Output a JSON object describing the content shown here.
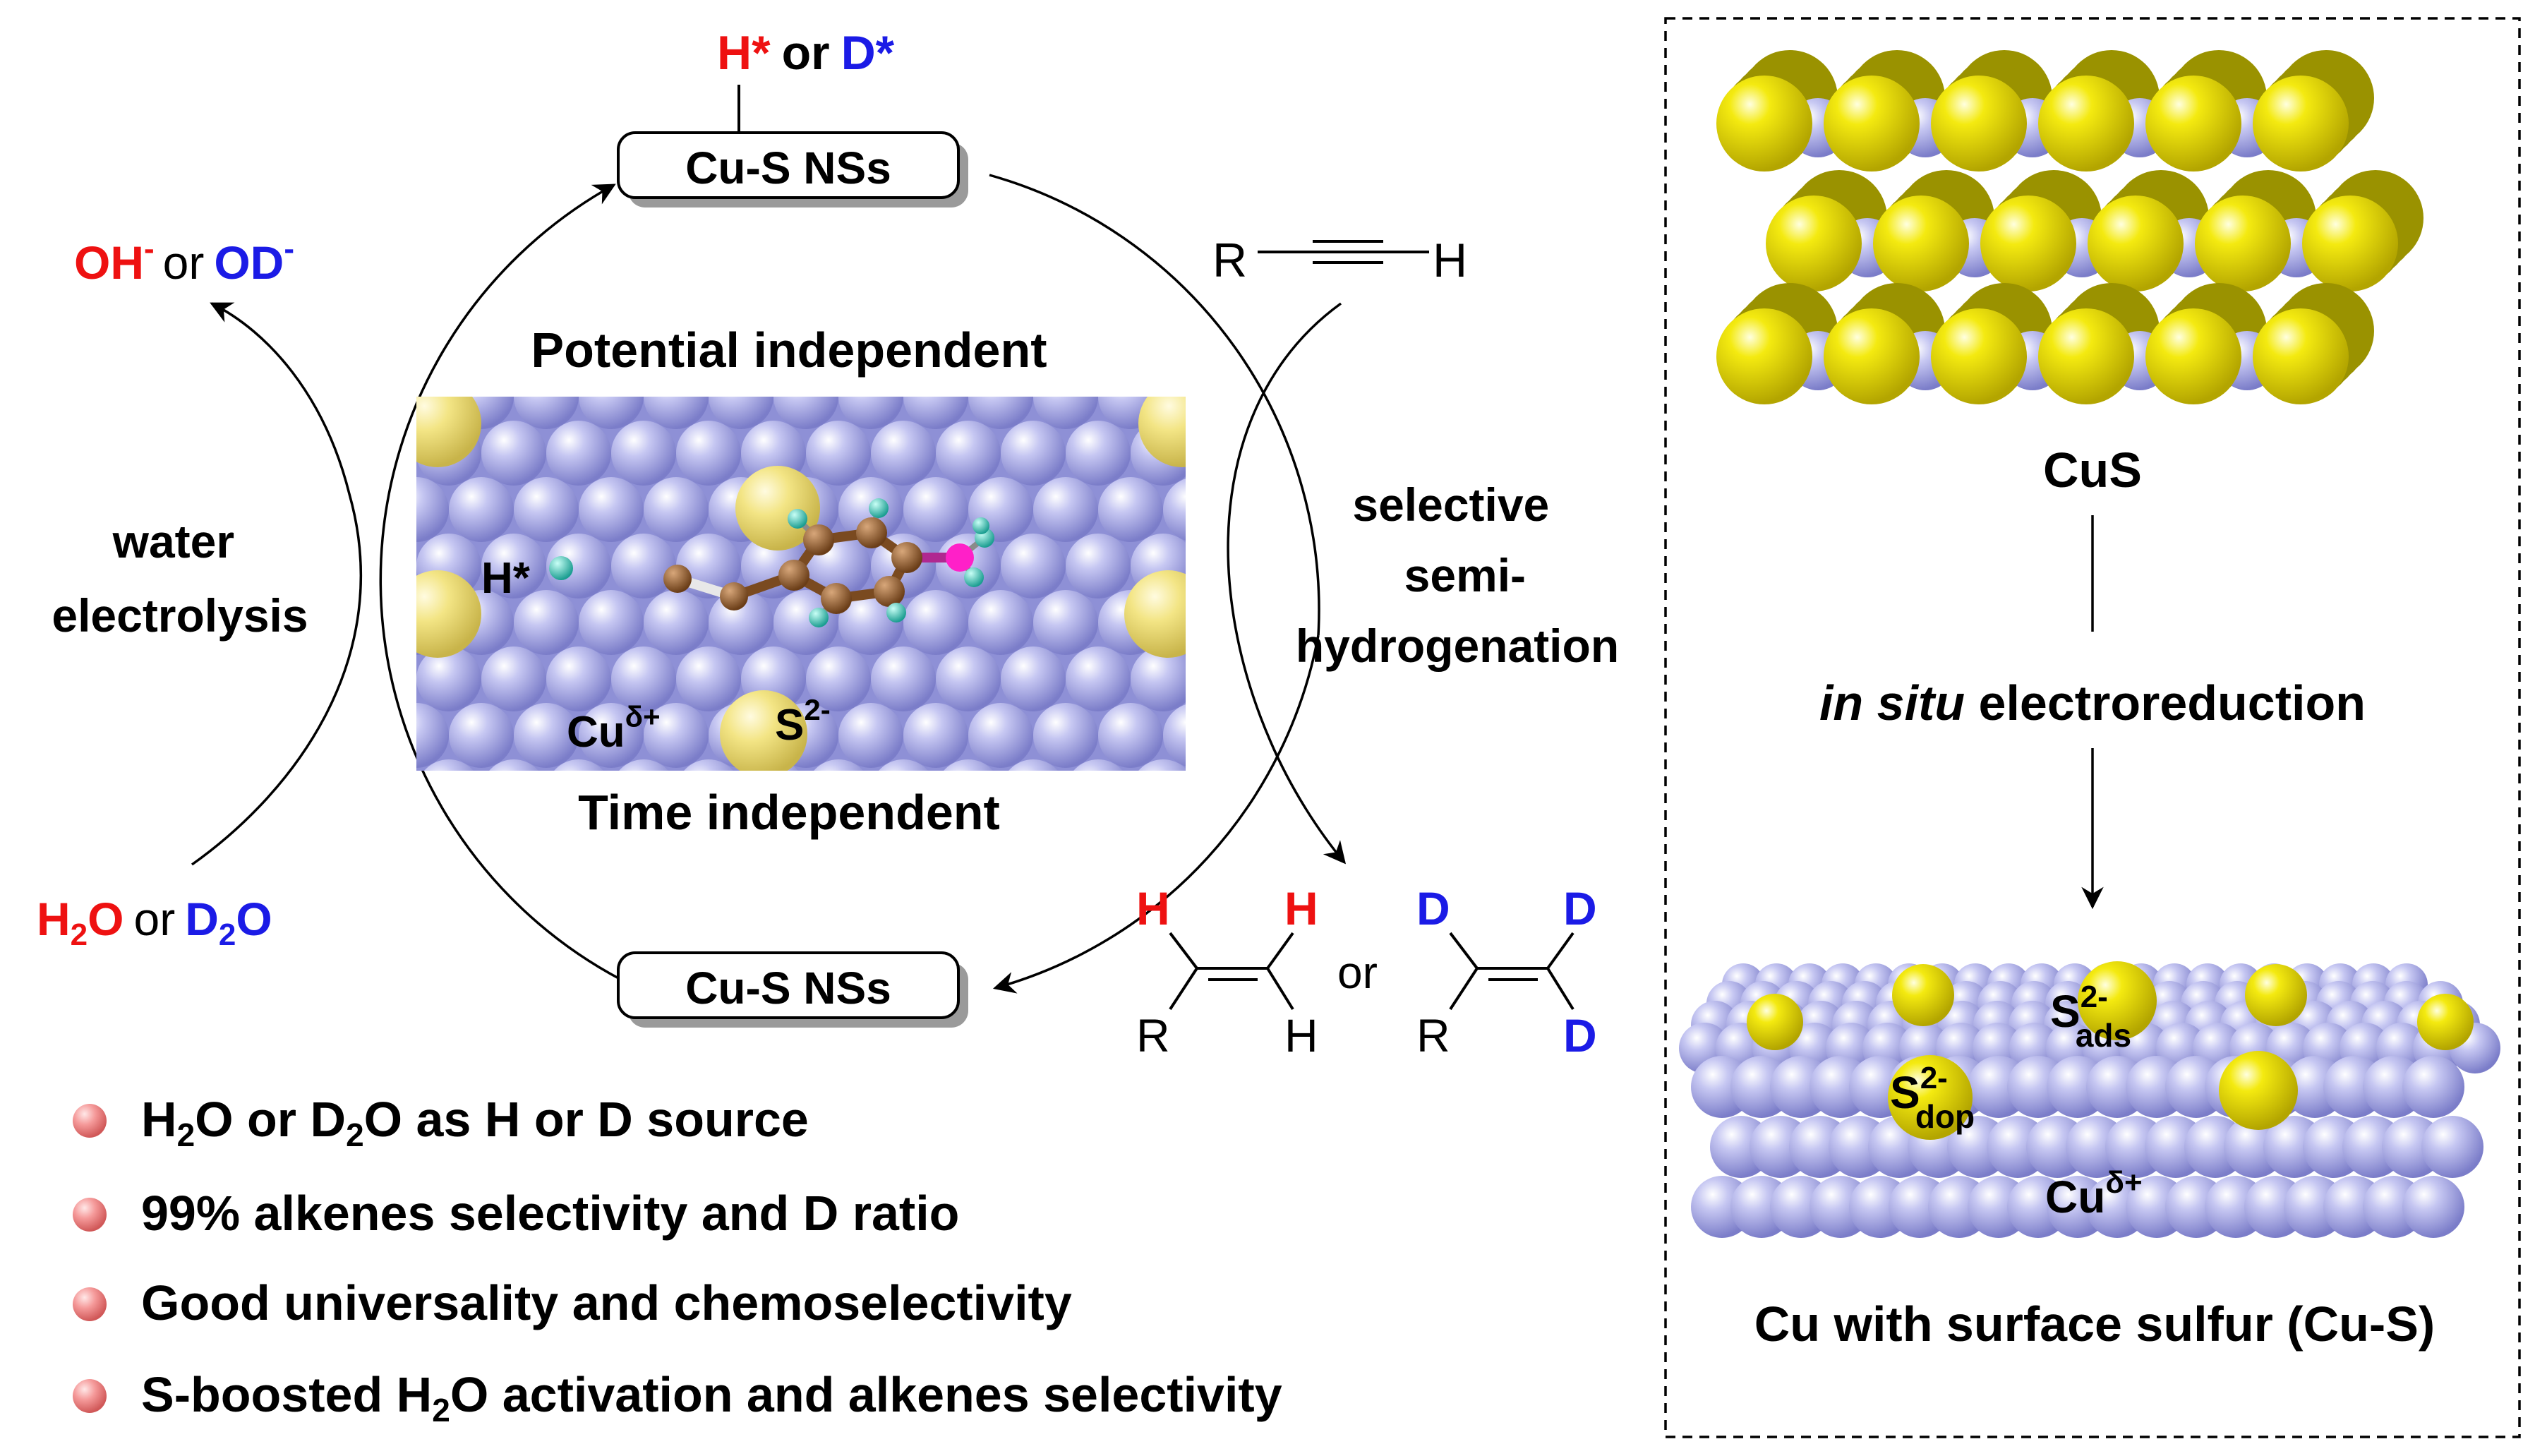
{
  "colors": {
    "hydrogen_label": "#ee1111",
    "deuterium_label": "#1b1be6",
    "cu_atom": "#a7a8e8",
    "s_atom": "#f0e000",
    "s_atom_embedded": "#f2e36a",
    "carbon_atom": "#8b5a2b",
    "h_atom": "#2fbfb0",
    "heteroatom": "#ff20c8",
    "bullet": "#f08a8a"
  },
  "cycle": {
    "catalyst_top": "Cu-S NSs",
    "catalyst_bottom": "Cu-S NSs",
    "adsorbed_h": {
      "h": "H*",
      "or": "or",
      "d": "D*"
    },
    "byproduct": {
      "oh": "OH",
      "oh_sup": "-",
      "or": "or",
      "od": "OD",
      "od_sup": "-"
    },
    "water": {
      "h": "H",
      "h_sub": "2",
      "h_o": "O",
      "or": "or",
      "d": "D",
      "d_sub": "2",
      "d_o": "O"
    },
    "left_label": [
      "water",
      "electrolysis"
    ],
    "right_label": [
      "selective",
      "semi-",
      "hydrogenation"
    ],
    "inner_top": "Potential independent",
    "inner_bottom": "Time independent",
    "surface_labels": {
      "h": "H*",
      "cu": "Cu",
      "cu_sup": "δ+",
      "s": "S",
      "s_sup": "2-"
    }
  },
  "reactant": {
    "r": "R",
    "h": "H"
  },
  "products": {
    "h_alkene": {
      "h1": "H",
      "h2": "H",
      "r": "R",
      "h3": "H"
    },
    "or": "or",
    "d_alkene": {
      "d1": "D",
      "d2": "D",
      "r": "R",
      "d3": "D"
    }
  },
  "right_panel": {
    "cus_label": "CuS",
    "step_italic": "in situ",
    "step_rest": " electroreduction",
    "s_ads": {
      "s": "S",
      "sup": "2-",
      "sub": "ads"
    },
    "s_dop": {
      "s": "S",
      "sup": "2-",
      "sub": "dop"
    },
    "cu": {
      "cu": "Cu",
      "sup": "δ+"
    },
    "caption": "Cu with surface sulfur (Cu-S)"
  },
  "bullets": [
    {
      "parts": [
        {
          "t": "H"
        },
        {
          "t": "2",
          "sub": true
        },
        {
          "t": "O or D"
        },
        {
          "t": "2",
          "sub": true
        },
        {
          "t": "O as H or D source"
        }
      ]
    },
    {
      "parts": [
        {
          "t": "99% alkenes selectivity and D ratio"
        }
      ]
    },
    {
      "parts": [
        {
          "t": "Good universality and chemoselectivity"
        }
      ]
    },
    {
      "parts": [
        {
          "t": "S-boosted H"
        },
        {
          "t": "2",
          "sub": true
        },
        {
          "t": "O activation and alkenes selectivity"
        }
      ]
    }
  ]
}
